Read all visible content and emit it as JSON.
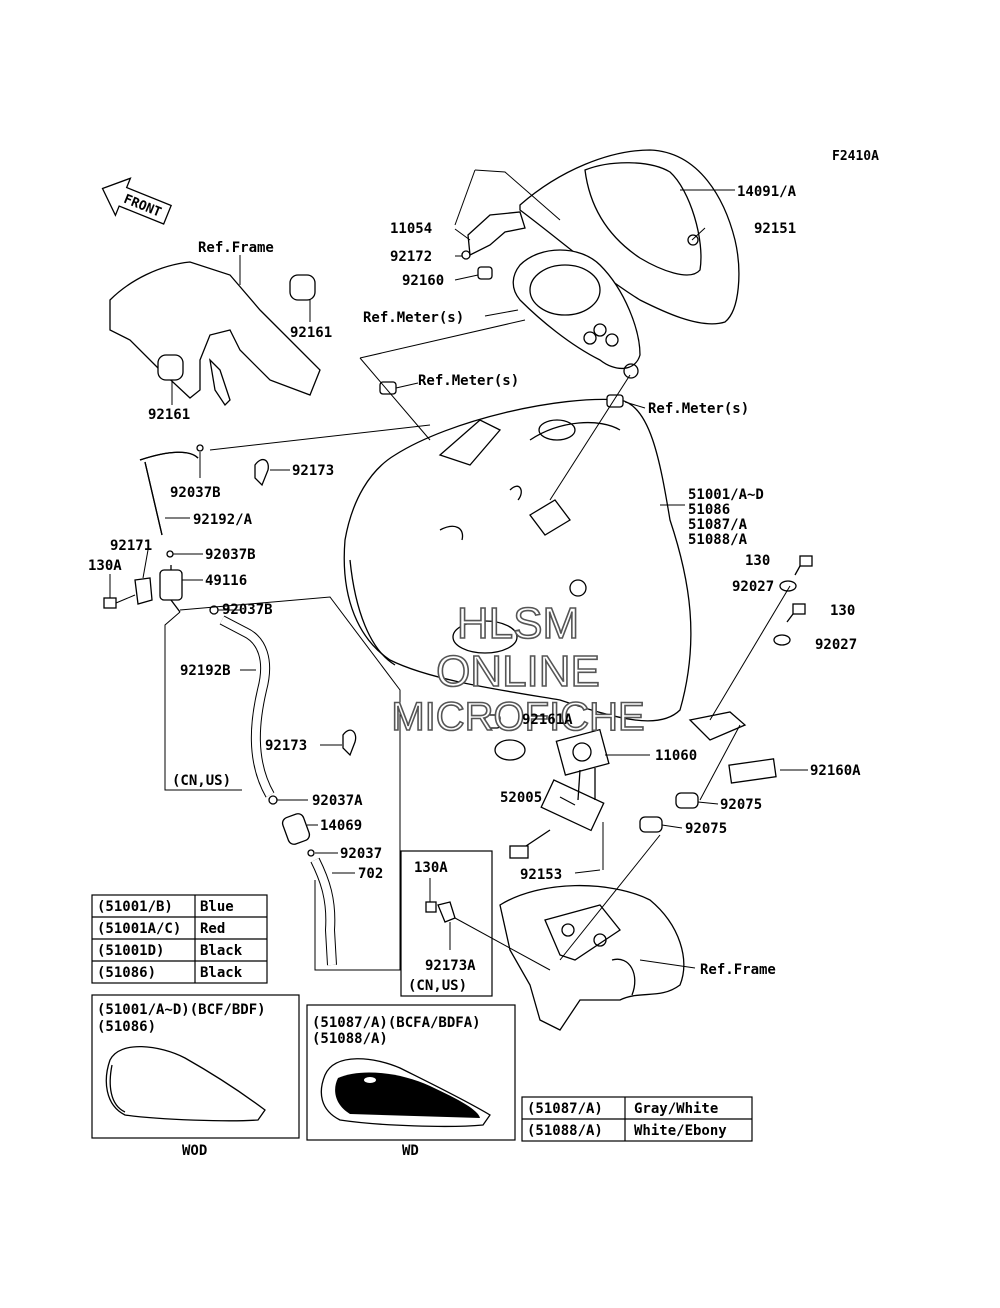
{
  "figure_code": "F2410A",
  "front_arrow": "FRONT",
  "watermark": [
    "HLSM",
    "ONLINE",
    "MICROFICHE"
  ],
  "callouts": {
    "p14091A": "14091/A",
    "p11054": "11054",
    "p92151": "92151",
    "p92172": "92172",
    "p92160": "92160",
    "refMeter1": "Ref.Meter(s)",
    "refMeter2": "Ref.Meter(s)",
    "refMeter3": "Ref.Meter(s)",
    "refFrame1": "Ref.Frame",
    "refFrame2": "Ref.Frame",
    "p92161a": "92161",
    "p92161b": "92161",
    "p92173a": "92173",
    "p92173b": "92173",
    "p92173A": "92173A",
    "p92037Ba": "92037B",
    "p92037Bb": "92037B",
    "p92037Bc": "92037B",
    "p92037A": "92037A",
    "p92037": "92037",
    "p92192A": "92192/A",
    "p92192B": "92192B",
    "p92171": "92171",
    "p130Aa": "130A",
    "p130Ab": "130A",
    "p49116": "49116",
    "p14069": "14069",
    "p702": "702",
    "tank1": "51001/A~D",
    "tank2": "51086",
    "tank3": "51087/A",
    "tank4": "51088/A",
    "p130a": "130",
    "p130b": "130",
    "p92027a": "92027",
    "p92027b": "92027",
    "p92161A": "92161A",
    "p11060": "11060",
    "p52005": "52005",
    "p92160A": "92160A",
    "p92075a": "92075",
    "p92075b": "92075",
    "p92153": "92153",
    "cnus1": "(CN,US)",
    "cnus2": "(CN,US)"
  },
  "color_table": [
    {
      "code": "(51001/B)",
      "color": "Blue"
    },
    {
      "code": "(51001A/C)",
      "color": "Red"
    },
    {
      "code": "(51001D)",
      "color": "Black"
    },
    {
      "code": "(51086)",
      "color": "Black"
    }
  ],
  "color_table2": [
    {
      "code": "(51087/A)",
      "color": "Gray/White"
    },
    {
      "code": "(51088/A)",
      "color": "White/Ebony"
    }
  ],
  "inset_wod": {
    "line1": "(51001/A~D)(BCF/BDF)",
    "line2": "(51086)",
    "caption": "WOD"
  },
  "inset_wd": {
    "line1": "(51087/A)(BCFA/BDFA)",
    "line2": "(51088/A)",
    "caption": "WD"
  }
}
